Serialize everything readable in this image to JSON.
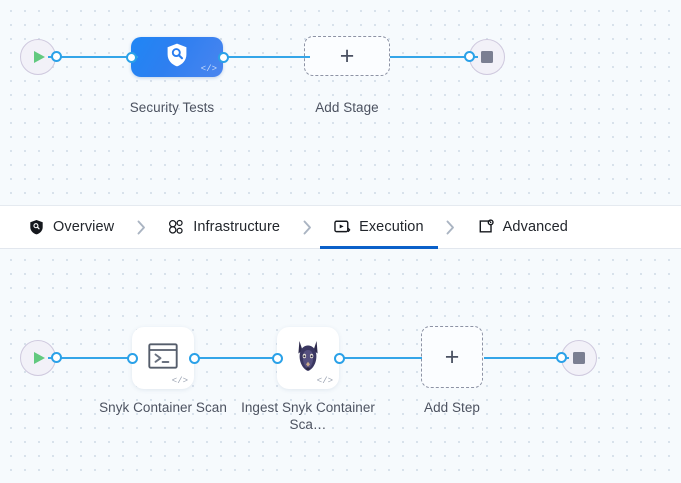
{
  "theme": {
    "accent_blue": "#34a5e8",
    "stage_blue": "#2e7ff0",
    "active_tab_underline": "#0a60c9",
    "canvas_bg": "#f6fafd",
    "dot_grid": "#d3dde8",
    "start_green": "#62c97f",
    "stop_gray": "#7b7f92"
  },
  "tabs": [
    {
      "label": "Overview",
      "icon": "shield-icon",
      "active": false
    },
    {
      "label": "Infrastructure",
      "icon": "cluster-icon",
      "active": false
    },
    {
      "label": "Execution",
      "icon": "play-screen-icon",
      "active": true
    },
    {
      "label": "Advanced",
      "icon": "settings-card-icon",
      "active": false
    }
  ],
  "stage_canvas": {
    "start_node": {
      "name": "pipeline-start",
      "icon": "play-icon"
    },
    "end_node": {
      "name": "pipeline-end",
      "icon": "stop-icon"
    },
    "stages": [
      {
        "label": "Security Tests",
        "icon": "shield-search-icon",
        "type": "stage",
        "code_badge": "</>"
      },
      {
        "label": "Add Stage",
        "icon": "plus-icon",
        "type": "add"
      }
    ]
  },
  "step_canvas": {
    "start_node": {
      "name": "execution-start",
      "icon": "play-icon"
    },
    "end_node": {
      "name": "execution-end",
      "icon": "stop-icon"
    },
    "steps": [
      {
        "label": "Snyk Container Scan",
        "icon": "terminal-icon",
        "type": "step",
        "code_badge": "</>"
      },
      {
        "label": "Ingest Snyk Container Sca…",
        "icon": "snyk-doberman-icon",
        "type": "step",
        "code_badge": "</>"
      },
      {
        "label": "Add Step",
        "icon": "plus-icon",
        "type": "add"
      }
    ]
  }
}
